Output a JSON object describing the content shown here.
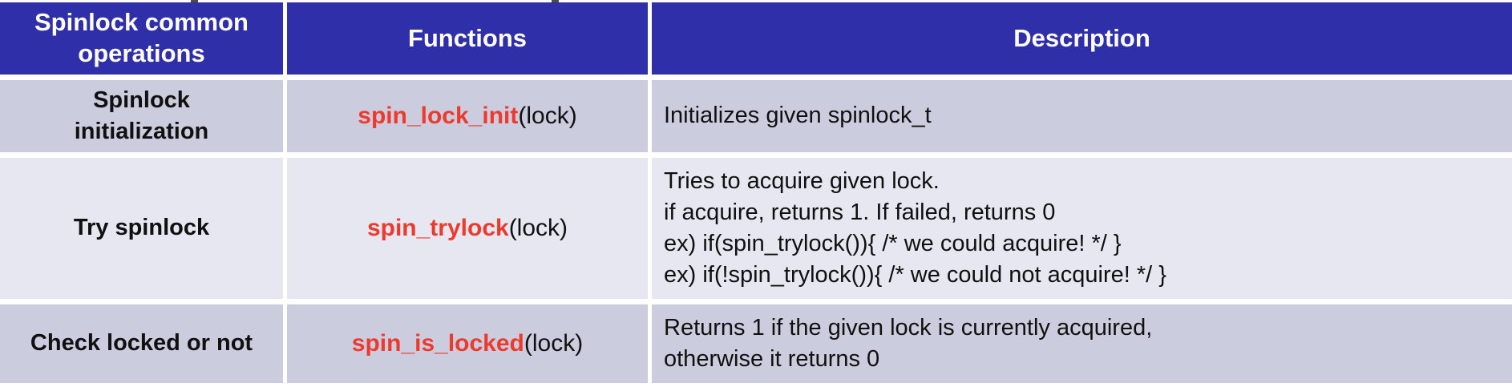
{
  "header": {
    "columns": [
      "Spinlock common operations",
      "Functions",
      "Description"
    ]
  },
  "table": {
    "rows": [
      {
        "operation": "Spinlock\ninitialization",
        "function_name": "spin_lock_init",
        "function_args": "(lock)",
        "description": [
          "Initializes given spinlock_t"
        ]
      },
      {
        "operation": "Try spinlock",
        "function_name": "spin_trylock",
        "function_args": "(lock)",
        "description": [
          "Tries to acquire given lock.",
          "if acquire, returns 1. If failed, returns 0",
          "ex) if(spin_trylock()){ /* we could acquire! */ }",
          "ex) if(!spin_trylock()){ /* we could not acquire! */ }"
        ]
      },
      {
        "operation": "Check locked or not",
        "function_name": "spin_is_locked",
        "function_args": "(lock)",
        "description": [
          "Returns 1 if the given lock is currently acquired,",
          "otherwise it returns 0"
        ]
      }
    ]
  },
  "colors": {
    "header_bg": "#2F2FA9",
    "header_text": "#FFFFFF",
    "row_bg_dark": "#CCCCDF",
    "row_bg_light": "#E7E7F1",
    "function_name_red": "#EE3A2D",
    "body_text": "#101010",
    "separator": "#FFFFFF"
  }
}
